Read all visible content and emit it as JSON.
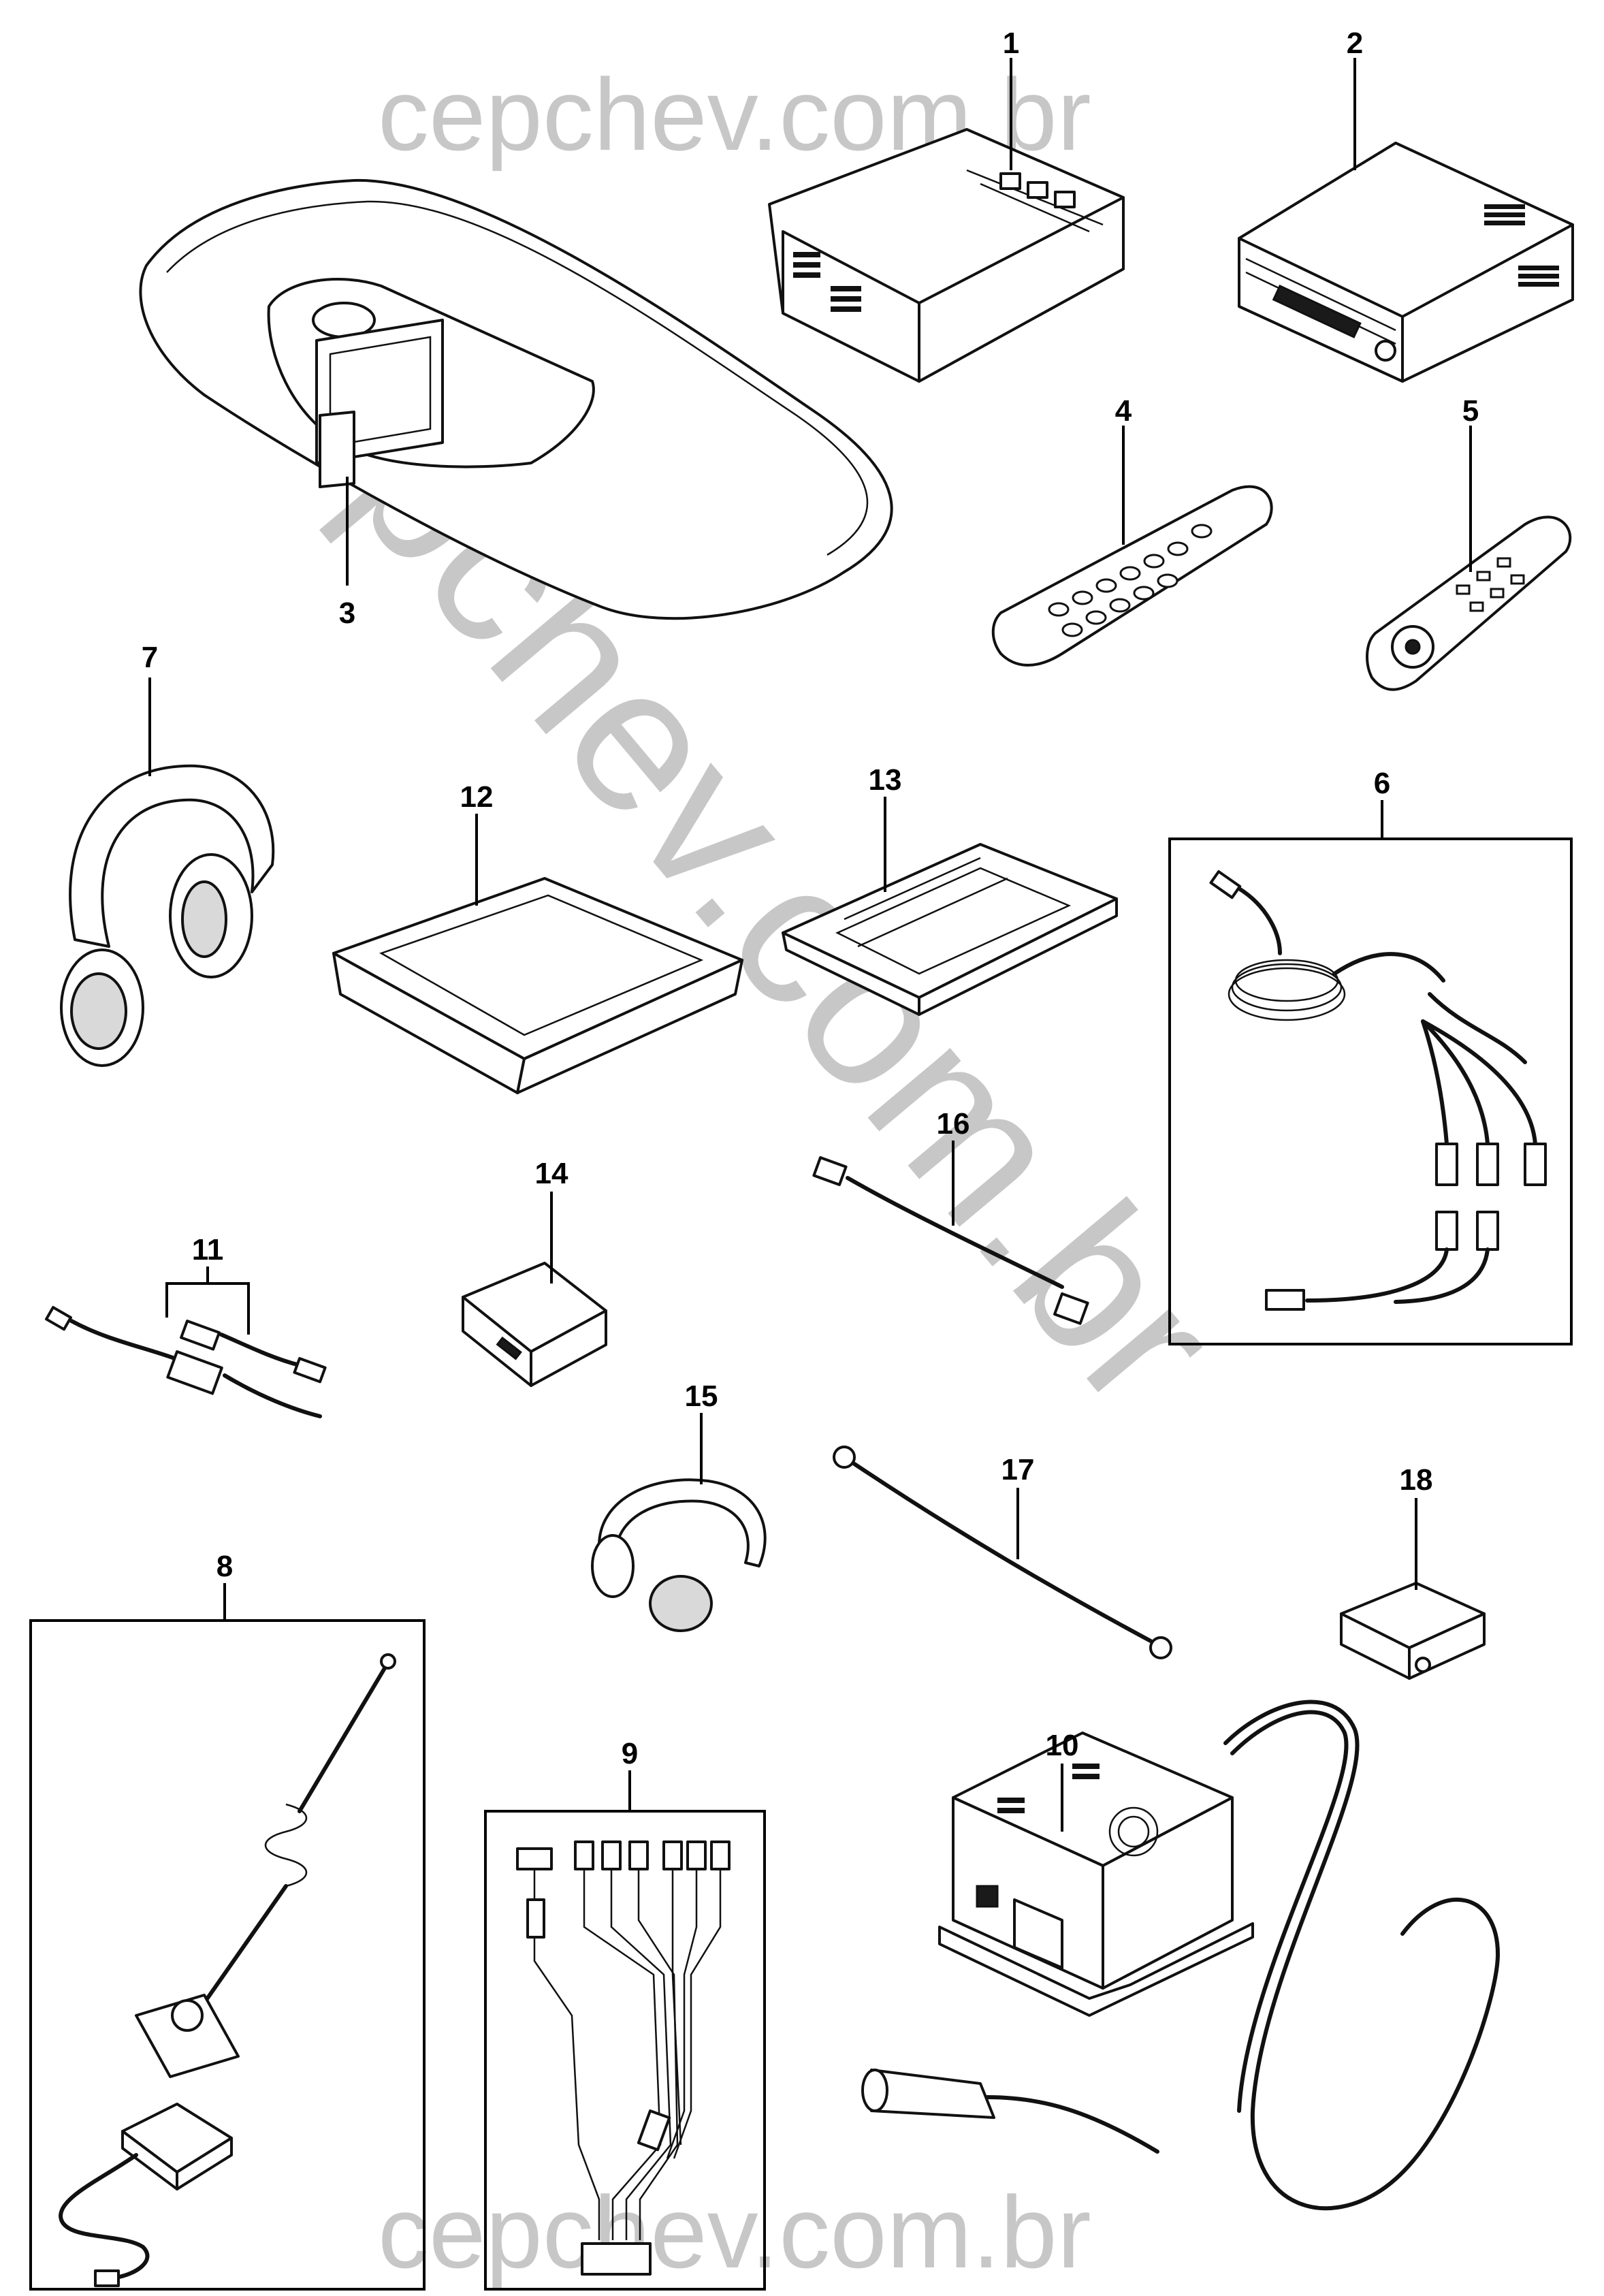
{
  "watermark": {
    "top": "cepchev.com.br",
    "diagonal": "cepchev.com.br",
    "bottom": "cepchev.com.br"
  },
  "callouts": {
    "p1": "1",
    "p2": "2",
    "p3": "3",
    "p4": "4",
    "p5": "5",
    "p6": "6",
    "p7": "7",
    "p8": "8",
    "p9": "9",
    "p10": "10",
    "p11": "11",
    "p12": "12",
    "p13": "13",
    "p14": "14",
    "p15": "15",
    "p16": "16",
    "p17": "17",
    "p18": "18"
  }
}
